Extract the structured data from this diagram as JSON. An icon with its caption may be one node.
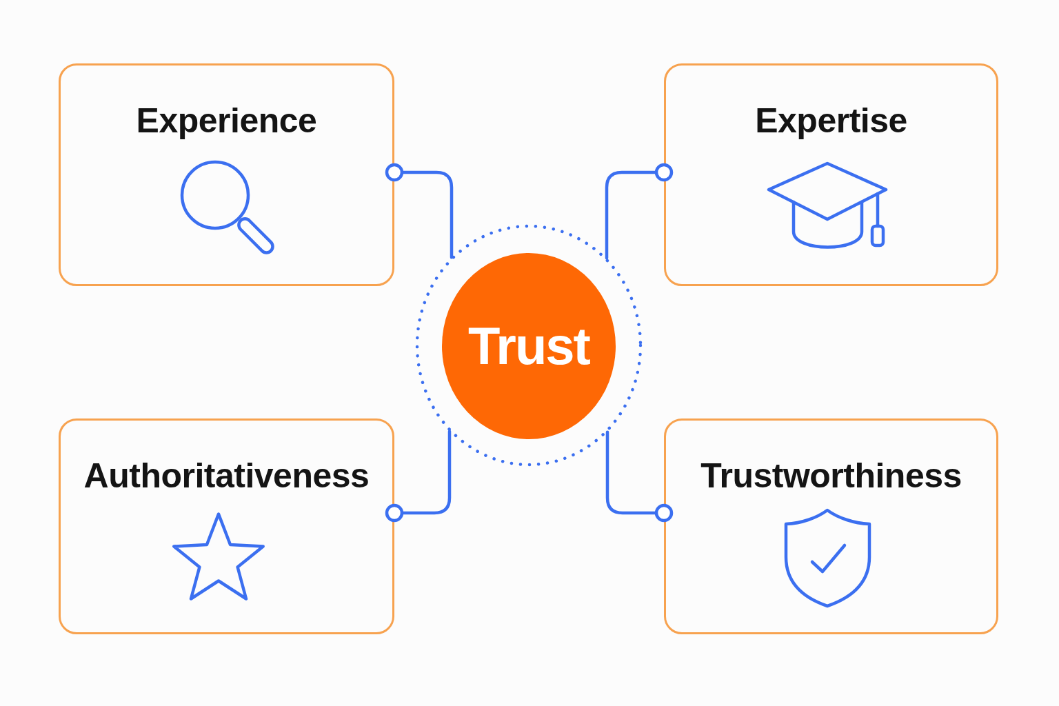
{
  "diagram": {
    "nodes": [
      {
        "text": [
          "Experience"
        ]
      },
      {
        "text": [
          "Expertise"
        ]
      },
      {
        "text": [
          "Authoritativeness"
        ]
      },
      {
        "text": [
          "Trustworthiness"
        ]
      },
      {
        "text": [],
        "shape": "circle"
      },
      {
        "text": [
          "Trust"
        ],
        "in": 4
      }
    ],
    "edges": [
      {
        "from": 0,
        "to": 4,
        "arrow": "other"
      },
      {
        "from": 1,
        "to": 4,
        "arrow": "other"
      },
      {
        "from": 2,
        "to": 4,
        "arrow": "other"
      },
      {
        "from": 3,
        "to": 4,
        "arrow": "other"
      }
    ]
  }
}
